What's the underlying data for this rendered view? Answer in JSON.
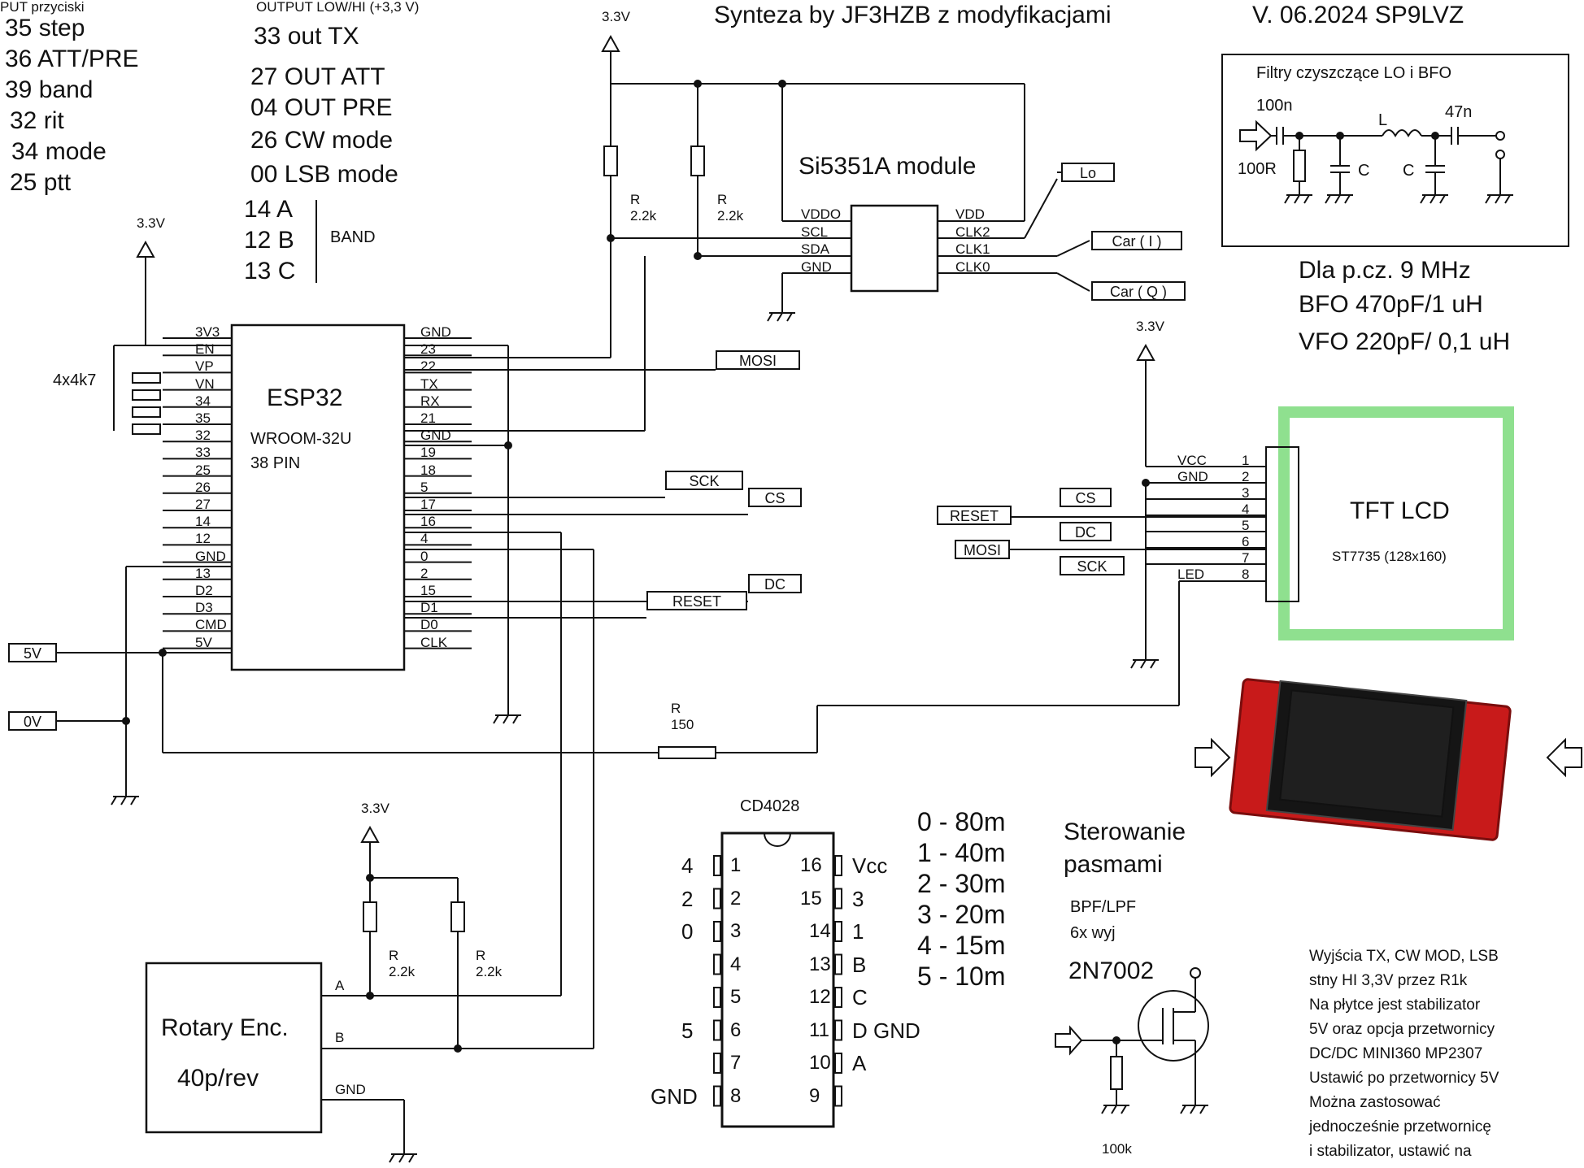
{
  "header": {
    "title": "Synteza by JF3HZB  z modyfikacjami",
    "version": "V. 06.2024   SP9LVZ"
  },
  "inputs": {
    "heading": "PUT przyciski",
    "items": [
      "35 step",
      "36 ATT/PRE",
      "39 band",
      "32 rit",
      "34 mode",
      "25 ptt"
    ]
  },
  "outputs": {
    "heading": "OUTPUT LOW/HI (+3,3 V)",
    "items": [
      "33 out TX",
      "27 OUT ATT",
      "04 OUT PRE",
      "26 CW mode",
      "00 LSB mode"
    ],
    "band_pins": [
      "14 A",
      "12 B",
      "13 C"
    ],
    "band_label": "BAND"
  },
  "supply": {
    "v33": "3.3V",
    "v5": "5V",
    "v0": "0V"
  },
  "esp32": {
    "name": "ESP32",
    "model": "WROOM-32U",
    "pins_label": "38 PIN",
    "left_pins": [
      "3V3",
      "EN",
      "VP",
      "VN",
      "34",
      "35",
      "32",
      "33",
      "25",
      "26",
      "27",
      "14",
      "12",
      "GND",
      "13",
      "D2",
      "D3",
      "CMD",
      "5V"
    ],
    "right_pins": [
      "GND",
      "23",
      "22",
      "TX",
      "RX",
      "21",
      "GND",
      "19",
      "18",
      "5",
      "17",
      "16",
      "4",
      "0",
      "2",
      "15",
      "D1",
      "D0",
      "CLK"
    ],
    "pullups": "4x4k7"
  },
  "si5351": {
    "name": "Si5351A module",
    "left_pins": [
      "VDDO",
      "SCL",
      "SDA",
      "GND"
    ],
    "right_pins": [
      "VDD",
      "CLK2",
      "CLK1",
      "CLK0"
    ]
  },
  "resistors": {
    "r1": [
      "R",
      "2.2k"
    ],
    "r2": [
      "R",
      "2.2k"
    ],
    "r3": [
      "R",
      "2.2k"
    ],
    "r4": [
      "R",
      "2.2k"
    ],
    "r150": [
      "R",
      "150"
    ],
    "r100k": "100k"
  },
  "net_tags": {
    "mosi": "MOSI",
    "sck": "SCK",
    "cs": "CS",
    "dc": "DC",
    "reset": "RESET",
    "lo": "Lo",
    "car_i": "Car ( I )",
    "car_q": "Car ( Q )"
  },
  "filters": {
    "title": "Filtry czyszczące LO i BFO",
    "c1": "100n",
    "r": "100R",
    "c": "C",
    "l": "L",
    "c2": "47n",
    "notes": [
      "Dla p.cz. 9 MHz",
      "BFO 470pF/1 uH",
      "VFO 220pF/ 0,1 uH"
    ]
  },
  "lcd": {
    "name": "TFT LCD",
    "model": "ST7735 (128x160)",
    "pins": [
      "VCC",
      "GND",
      "",
      "",
      "",
      "",
      "",
      "LED"
    ],
    "pin_numbers": [
      "1",
      "2",
      "3",
      "4",
      "5",
      "6",
      "7",
      "8"
    ],
    "border_color": "#8fe08f"
  },
  "encoder": {
    "name": "Rotary Enc.",
    "ppr": "40p/rev",
    "pins": [
      "A",
      "B",
      "GND"
    ]
  },
  "cd4028": {
    "name": "CD4028",
    "left_pins": [
      "1",
      "2",
      "3",
      "4",
      "5",
      "6",
      "7",
      "8"
    ],
    "right_pins": [
      "16",
      "15",
      "14",
      "13",
      "12",
      "11",
      "10",
      "9"
    ],
    "left_labels": [
      "4",
      "2",
      "0",
      "",
      "",
      "5",
      "",
      "GND"
    ],
    "right_labels": [
      "Vcc",
      "3",
      "1",
      "B",
      "C",
      "D  GND",
      "A",
      ""
    ]
  },
  "bands": [
    "0 - 80m",
    "1 - 40m",
    "2 - 30m",
    "3 - 20m",
    "4 - 15m",
    "5 - 10m"
  ],
  "band_control": {
    "title": "Sterowanie\npasmami",
    "sub": "BPF/LPF\n6x wyj",
    "transistor": "2N7002"
  },
  "footnote": "Wyjścia TX, CW MOD, LSB\nstny HI 3,3V przez R1k\nNa płytce jest stabilizator\n5V oraz opcja przetwornicy\nDC/DC MINI360 MP2307\nUstawić po przetwornicy 5V\nMożna zastosować\njednocześnie przetwornicę\ni stabilizator, ustawić na"
}
